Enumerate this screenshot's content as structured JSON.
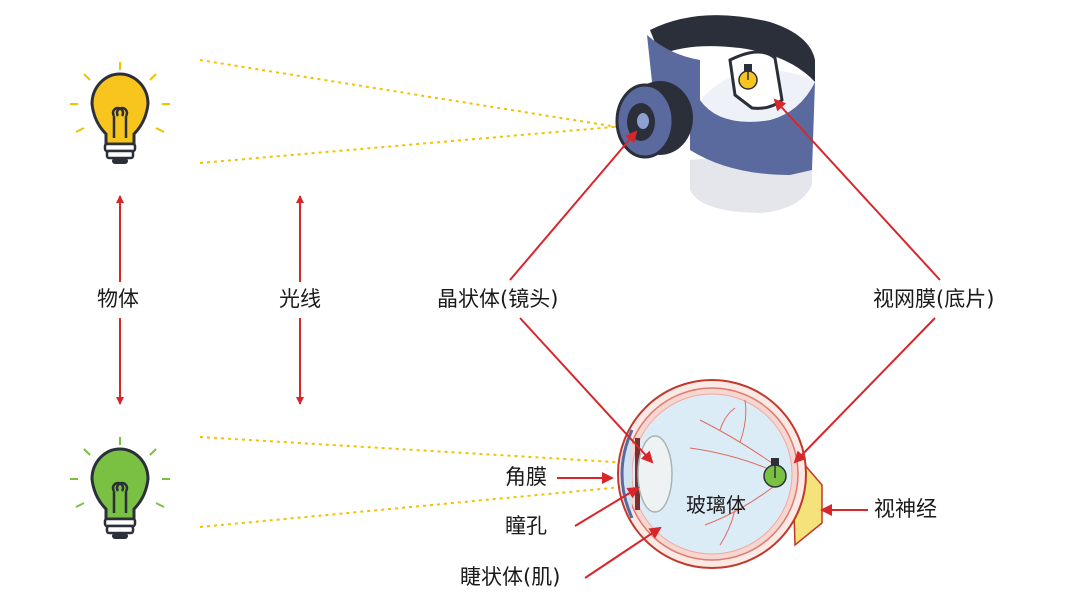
{
  "labels": {
    "object": "物体",
    "light": "光线",
    "lens": "晶状体(镜头)",
    "retina": "视网膜(底片)",
    "cornea": "角膜",
    "pupil": "瞳孔",
    "ciliary": "睫状体(肌)",
    "vitreous": "玻璃体",
    "optic_nerve": "视神经"
  },
  "colors": {
    "arrow_red": "#d8262a",
    "ray_yellow": "#f2c200",
    "bulb_yellow": "#f7c51e",
    "bulb_green": "#7ac143",
    "camera_blue": "#5b6a9e",
    "eye_outline": "#c0392b",
    "vitreous_fill": "#dcecf6",
    "optic_nerve_fill": "#f6e27a"
  },
  "icons": {
    "top_object": "light-bulb-yellow-icon",
    "bottom_object": "light-bulb-green-icon",
    "camera": "camera-body-illustration",
    "eye": "eyeball-cross-section-illustration"
  }
}
